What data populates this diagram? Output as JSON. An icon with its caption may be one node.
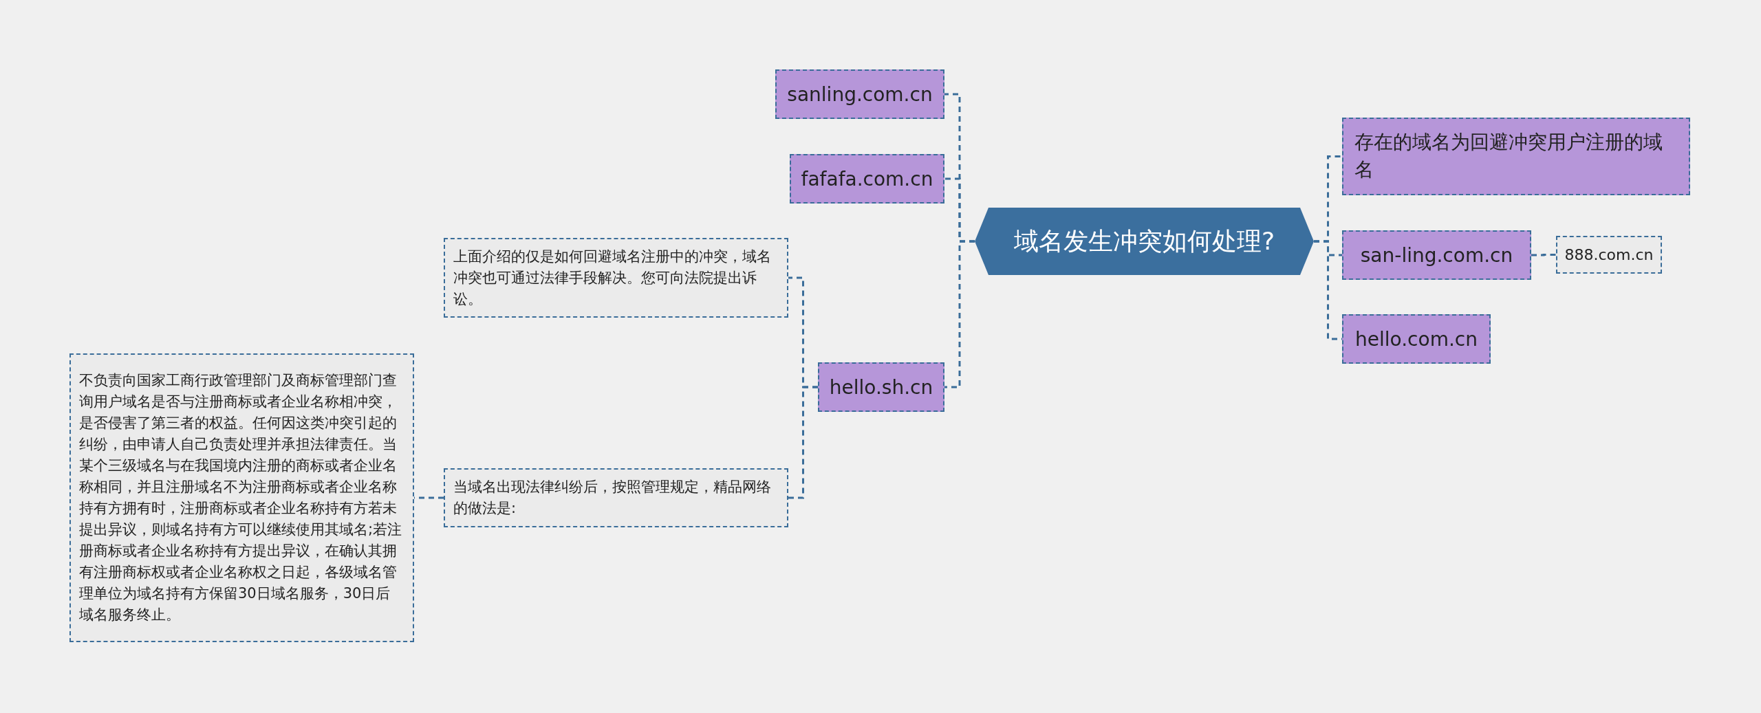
{
  "diagram": {
    "nodes": [
      {
        "text": [
          "域名发生冲突如何处理?"
        ]
      },
      {
        "text": [
          "sanling.com.cn"
        ]
      },
      {
        "text": [
          "fafafa.com.cn"
        ]
      },
      {
        "text": [
          "hello.sh.cn"
        ]
      },
      {
        "text": [
          "上面介绍的仅是如何回避域名注册中的冲突，域名冲突也可通过法律手段解决。您可向法院提出诉讼。"
        ]
      },
      {
        "text": [
          "当域名出现法律纠纷后，按照管理规定，精品网络的做法是:"
        ]
      },
      {
        "text": [
          "不负责向国家工商行政管理部门及商标管理部门查询用户域名是否与注册商标或者企业名称相冲突，是否侵害了第三者的权益。任何因这类冲突引起的纠纷，由申请人自己负责处理并承担法律责任。当某个三级域名与在我国境内注册的商标或者企业名称相同，并且注册域名不为注册商标或者企业名称持有方拥有时，注册商标或者企业名称持有方若未提出异议，则域名持有方可以继续使用其域名;若注册商标或者企业名称持有方提出异议，在确认其拥有注册商标权或者企业名称权之日起，各级域名管理单位为域名持有方保留30日域名服务，30日后域名服务终止。"
        ]
      },
      {
        "text": [
          "存在的域名为回避冲突用户注册的域名"
        ]
      },
      {
        "text": [
          "san-ling.com.cn"
        ]
      },
      {
        "text": [
          "888.com.cn"
        ]
      },
      {
        "text": [
          "hello.com.cn"
        ]
      }
    ],
    "edges": [
      {
        "from": 0,
        "to": 1,
        "arrow": "none"
      },
      {
        "from": 0,
        "to": 2,
        "arrow": "none"
      },
      {
        "from": 0,
        "to": 3,
        "arrow": "none"
      },
      {
        "from": 3,
        "to": 4,
        "arrow": "none"
      },
      {
        "from": 3,
        "to": 5,
        "arrow": "none"
      },
      {
        "from": 5,
        "to": 6,
        "arrow": "none"
      },
      {
        "from": 0,
        "to": 7,
        "arrow": "none"
      },
      {
        "from": 0,
        "to": 8,
        "arrow": "none"
      },
      {
        "from": 8,
        "to": 9,
        "arrow": "none"
      },
      {
        "from": 0,
        "to": 10,
        "arrow": "none"
      }
    ]
  }
}
